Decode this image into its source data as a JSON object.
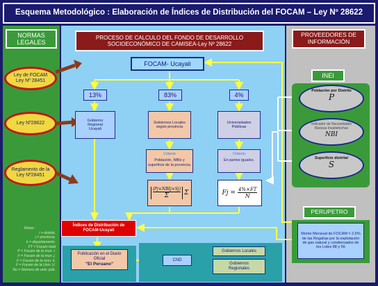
{
  "header": {
    "title": "Esquema Metodológico : Elaboración de Índices de Distribución del FOCAM – Ley Nº 28622"
  },
  "left_panel": {
    "title": "NORMAS LEGALES",
    "laws": [
      "Ley de FOCAM Ley Nº 28451",
      "Ley Nº28622",
      "Reglamento de la Ley Nº28451"
    ],
    "notes_title": "Notas :",
    "notes": [
      "i = distrito.",
      "j = provincia.",
      "k = departamento.",
      "FT = Focam total",
      "P = Focam de la mun. i.",
      "F = Focam de la mun. j.",
      "F = Focam de la mun. k.",
      "F = Focam de la Univ. U.",
      "Nu = Número de univ. púb."
    ]
  },
  "center": {
    "process_title": "PROCESO DE CALCULO DEL FONDO DE DESARROLLO SOCIOECONÓMICO DE CAMISEA-Ley Nº 28622",
    "focam_label": "FOCAM- Ucayali",
    "percents": [
      "13%",
      "83%",
      "4%"
    ],
    "recipients": [
      "Gobierno Regional Ucayali",
      "Gobiernos Locales según provincia",
      "Universidades Públicas"
    ],
    "criteria": [
      {
        "title": "Criterio",
        "text": "Población, NBIs y superficie de la provincia."
      },
      {
        "title": "Criterio",
        "text": "En partes iguales."
      }
    ],
    "formula_left": {
      "numer": "(Pj×NBIj×Sj)",
      "denom": "Σ",
      "tail": "Σ"
    },
    "formula_right": {
      "lhs": "Fj =",
      "numer": "4%×FT",
      "denom": "N"
    },
    "index_box": "Índices de Distribución de FOCAM-Ucayali",
    "publication": {
      "line1": "Publicación en el Diario Oficial",
      "line2": "\"El Peruano\""
    },
    "cnd": "CND",
    "outputs": [
      "Gobiernos Locales",
      "Gobiernos Regionales"
    ]
  },
  "right_panel": {
    "title": "PROVEEDORES DE INFORMACIÓN",
    "inei_title": "INEI",
    "inei_items": [
      {
        "label": "Población por Distrito",
        "symbol": "P"
      },
      {
        "label": "Indicador de Necesidades Básicas Insatisfechas",
        "symbol": "NBI"
      },
      {
        "label": "Superficie distrital",
        "symbol": "S"
      }
    ],
    "perupetro_title": "PERUPETRO",
    "perupetro_text": "Monto Mensual de FOCAM = 2,5% de las Regalías por la explotación de gas natural y condensados de los Lotes 88 y 56"
  },
  "colors": {
    "frame": "#1a1a6e",
    "left_green": "#3a9a3a",
    "center_blue": "#8fd0f5",
    "right_gray": "#c0c0c0",
    "title_red": "#8b1a1a",
    "arrow_yellow": "#ffff40",
    "arrow_brown": "#8b3a1a"
  }
}
